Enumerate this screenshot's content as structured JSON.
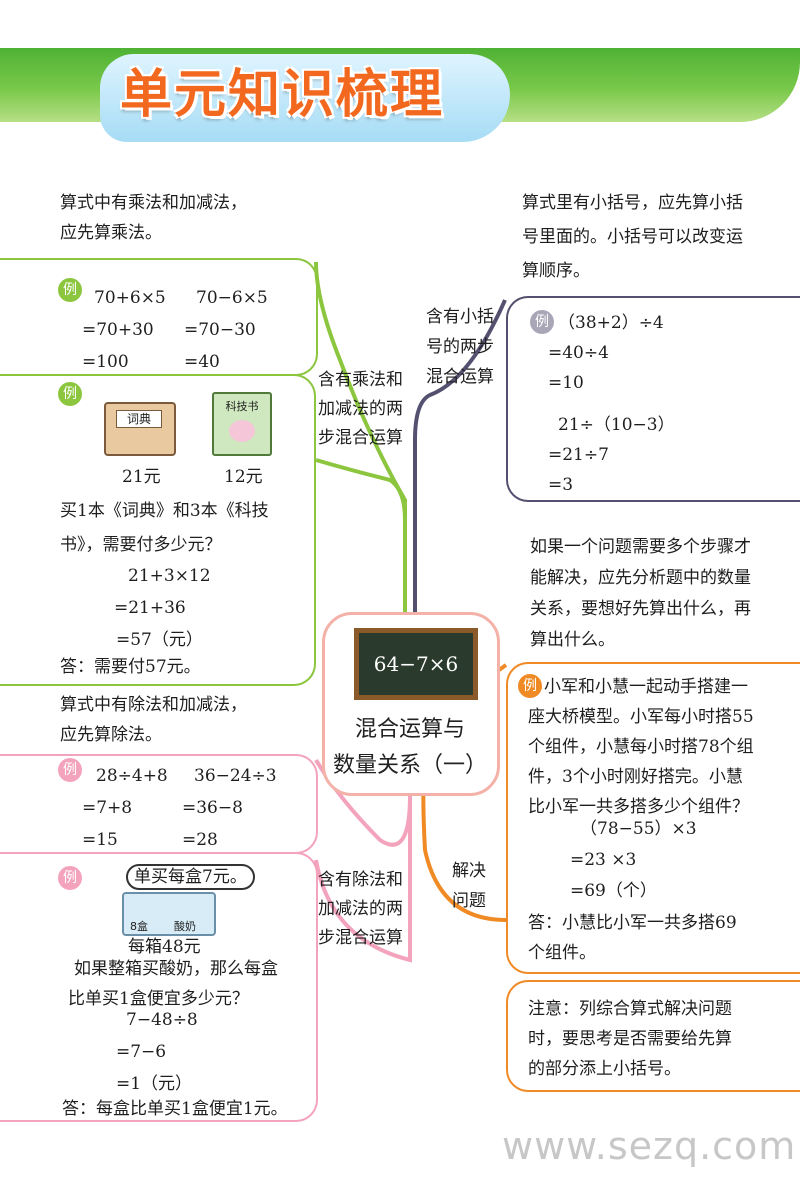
{
  "header": {
    "title": "单元知识梳理"
  },
  "center": {
    "formula": "64−7×6",
    "title_line1": "混合运算与",
    "title_line2": "数量关系（一）"
  },
  "branches": {
    "mul_add": [
      "含有乘法和",
      "加减法的两",
      "步混合运算"
    ],
    "div_add": [
      "含有除法和",
      "加减法的两",
      "步混合运算"
    ],
    "paren": [
      "含有小括",
      "号的两步",
      "混合运算"
    ],
    "solve": [
      "解决",
      "问题"
    ]
  },
  "example_badge": "例",
  "left_top": {
    "rule": [
      "算式中有乘法和加减法，",
      "应先算乘法。"
    ],
    "ex1": {
      "a": [
        "70+6×5",
        "=70+30",
        "=100"
      ],
      "b": [
        "70−6×5",
        "=70−30",
        "=40"
      ]
    },
    "ex2": {
      "book1_label": "词典",
      "book2_label": "科技书",
      "price1": "21元",
      "price2": "12元",
      "question": [
        "买1本《词典》和3本《科技",
        "书》，需要付多少元？"
      ],
      "steps": [
        "21+3×12",
        "=21+36",
        "=57（元）"
      ],
      "answer": "答：需要付57元。"
    }
  },
  "left_bottom": {
    "rule": [
      "算式中有除法和加减法，",
      "应先算除法。"
    ],
    "ex1": {
      "a": [
        "28÷4+8",
        "=7+8",
        "=15"
      ],
      "b": [
        "36−24÷3",
        "=36−8",
        "=28"
      ]
    },
    "ex2": {
      "sign": "单买每盒7元。",
      "box_label1": "8盒",
      "box_label2": "酸奶",
      "price": "每箱48元",
      "question": [
        "如果整箱买酸奶，那么每盒",
        "比单买1盒便宜多少元？"
      ],
      "steps": [
        "7−48÷8",
        "=7−6",
        "=1（元）"
      ],
      "answer": "答：每盒比单买1盒便宜1元。"
    }
  },
  "right_top": {
    "rule": [
      "算式里有小括号，应先算小括",
      "号里面的。小括号可以改变运",
      "算顺序。"
    ],
    "ex": {
      "a": [
        "（38+2）÷4",
        "=40÷4",
        "=10"
      ],
      "b": [
        "21÷（10−3）",
        "=21÷7",
        "=3"
      ]
    }
  },
  "right_bottom": {
    "rule": [
      "如果一个问题需要多个步骤才",
      "能解决，应先分析题中的数量",
      "关系，要想好先算出什么，再",
      "算出什么。"
    ],
    "ex": {
      "problem": [
        "小军和小慧一起动手搭建一",
        "座大桥模型。小军每小时搭55",
        "个组件，小慧每小时搭78个组",
        "件，3个小时刚好搭完。小慧",
        "比小军一共多搭多少个组件？"
      ],
      "steps": [
        "（78−55）×3",
        "=23 ×3",
        "=69（个）"
      ],
      "answer": [
        "答：小慧比小军一共多搭69",
        "个组件。"
      ]
    },
    "note": [
      "注意：列综合算式解决问题",
      "时，要思考是否需要给先算",
      "的部分添上小括号。"
    ]
  },
  "watermark": "www.sezq.com",
  "colors": {
    "green": "#8cc63f",
    "pink": "#f4a3bd",
    "purple": "#54506f",
    "orange": "#f08a24",
    "title_orange": "#f2681f"
  }
}
